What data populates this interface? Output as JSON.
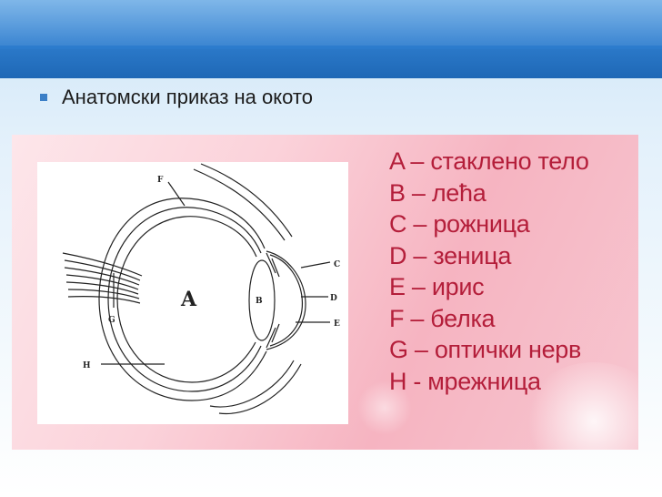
{
  "slide": {
    "bullet": "Анатомски приказ на окото"
  },
  "diagram": {
    "labels": {
      "A": "A",
      "B": "B",
      "C": "C",
      "D": "D",
      "E": "E",
      "F": "F",
      "G": "G",
      "H": "H"
    }
  },
  "legend": [
    "A – стаклено тело",
    "B – лећа",
    "C – рожница",
    "D – зеница",
    "E – ирис",
    "F – белка",
    "G – оптички нерв",
    "H - мрежница"
  ]
}
